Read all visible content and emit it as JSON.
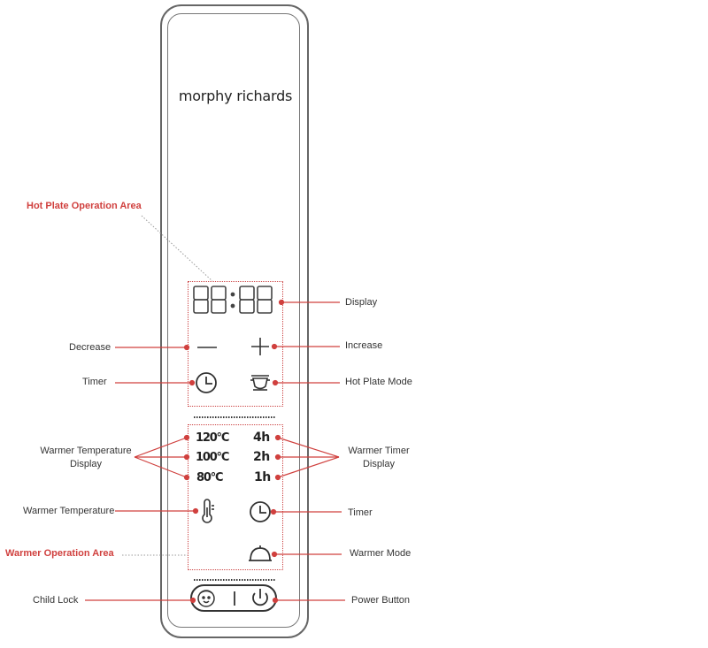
{
  "brand": "morphy richards",
  "areas": {
    "hot_plate": "Hot Plate Operation Area",
    "warmer": "Warmer Operation Area"
  },
  "display_digits": "88:88",
  "labels": {
    "display": "Display",
    "decrease": "Decrease",
    "increase": "Increase",
    "timer_left": "Timer",
    "hot_plate_mode": "Hot Plate Mode",
    "warmer_temp_display": "Warmer Temperature\nDisplay",
    "warmer_timer_display": "Warmer Timer\nDisplay",
    "warmer_temperature": "Warmer Temperature",
    "timer_right": "Timer",
    "warmer_mode": "Warmer Mode",
    "child_lock": "Child Lock",
    "power_button": "Power Button"
  },
  "temperatures": [
    "120°C",
    "100°C",
    "80°C"
  ],
  "warmer_timers": [
    "4h",
    "2h",
    "1h"
  ],
  "icons": {
    "decrease": "minus-icon",
    "increase": "plus-icon",
    "timer": "clock-icon",
    "hot_plate_mode": "pot-icon",
    "warmer_temp": "thermometer-icon",
    "warmer_mode": "cloche-icon",
    "child_lock": "child-face-icon",
    "power": "power-icon"
  },
  "colors": {
    "annotation": "#d0403e",
    "panel_outline": "#666666"
  }
}
